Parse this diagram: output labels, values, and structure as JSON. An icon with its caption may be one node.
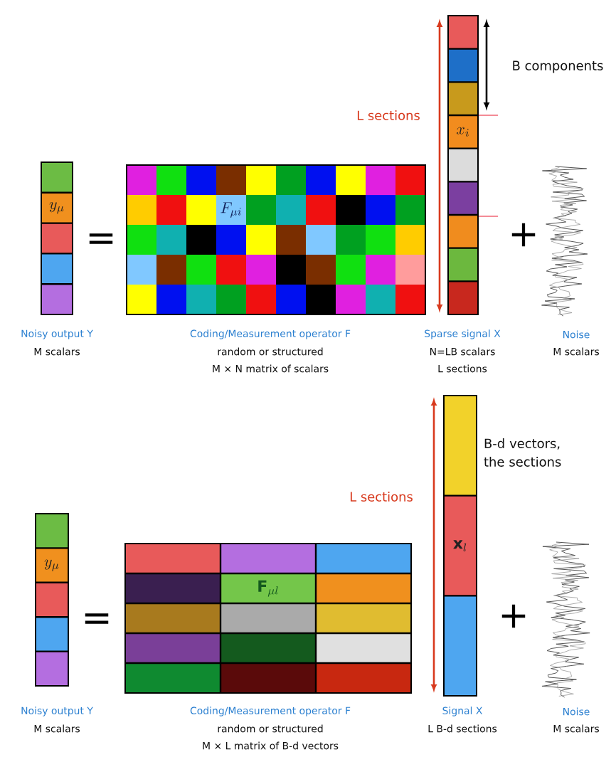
{
  "diagram": {
    "nodes": [
      {
        "text": [
          "y_{\\mu}"
        ],
        "beside": [
          "Noisy output Y",
          "M scalars"
        ]
      },
      {
        "text": [
          "F_{\\mu i}"
        ],
        "beside": [
          "Coding/Measurement operator F",
          "random or structured",
          "M × N matrix of scalars"
        ]
      },
      {
        "text": [
          "x_i"
        ],
        "beside": [
          "Sparse signal X",
          "N=LB scalars",
          "L sections"
        ]
      },
      {
        "text": [],
        "shape": "picture",
        "beside": [
          "Noise",
          "M scalars"
        ]
      },
      {
        "text": [
          "y_{\\mu}"
        ],
        "beside": [
          "Noisy output Y",
          "M scalars"
        ]
      },
      {
        "text": [
          "\\mathbf{F}_{\\mu l}"
        ],
        "beside": [
          "Coding/Measurement operator F",
          "random or structured",
          "M × L matrix of B-d vectors"
        ]
      },
      {
        "text": [
          "\\mathbf{x}_l"
        ],
        "beside": [
          "Signal X",
          "L B-d sections"
        ]
      },
      {
        "text": [],
        "shape": "picture",
        "beside": [
          "Noise",
          "M scalars"
        ]
      }
    ],
    "labels": [
      "B components",
      "L sections",
      "=",
      "+",
      "B-d vectors, the sections",
      "L sections",
      "=",
      "+"
    ]
  }
}
